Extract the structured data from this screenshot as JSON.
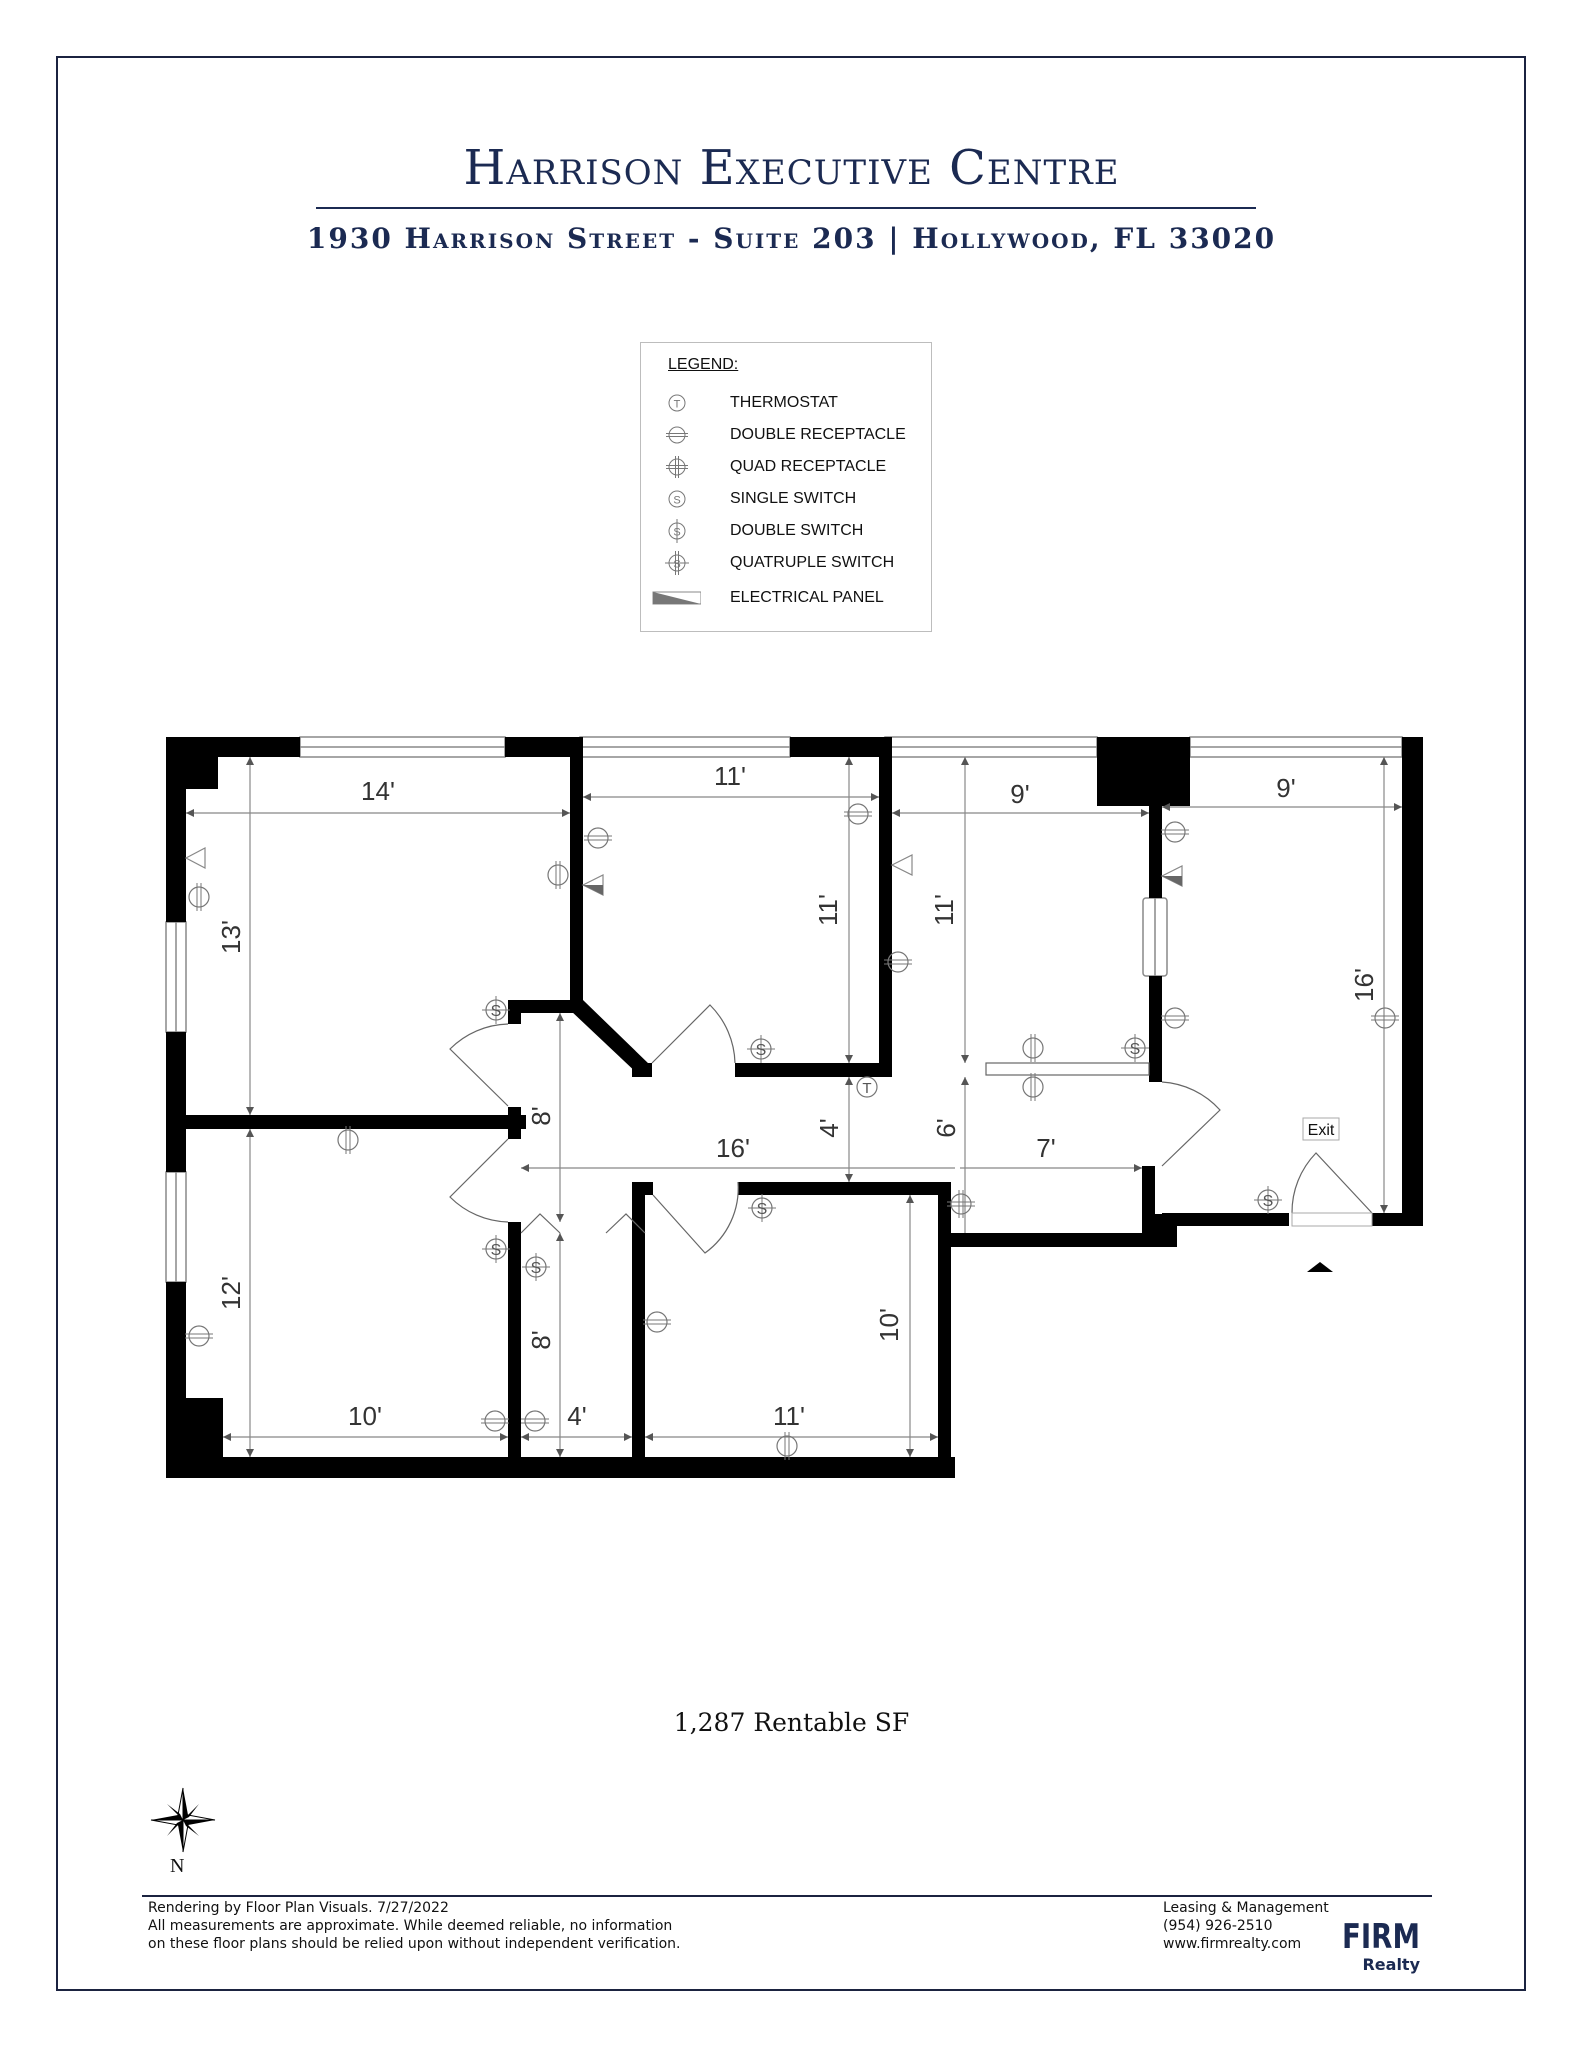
{
  "header": {
    "title": "Harrison Executive Centre",
    "address": "1930 Harrison Street - Suite 203 | Hollywood, FL 33020"
  },
  "legend": {
    "title": "LEGEND:",
    "items": [
      {
        "icon": "thermostat-icon",
        "label": "THERMOSTAT"
      },
      {
        "icon": "double-receptacle-icon",
        "label": "DOUBLE RECEPTACLE"
      },
      {
        "icon": "quad-receptacle-icon",
        "label": "QUAD RECEPTACLE"
      },
      {
        "icon": "single-switch-icon",
        "label": "SINGLE SWITCH"
      },
      {
        "icon": "double-switch-icon",
        "label": "DOUBLE SWITCH"
      },
      {
        "icon": "quatruple-switch-icon",
        "label": "QUATRUPLE SWITCH"
      },
      {
        "icon": "electrical-panel-icon",
        "label": "ELECTRICAL PANEL"
      }
    ]
  },
  "floor_plan": {
    "dimensions": {
      "office_nw_width": "14'",
      "office_nw_depth": "13'",
      "office_n_center_width": "11'",
      "office_n_center_depth": "11'",
      "reception_width": "9'",
      "reception_depth": "11'",
      "office_ne_width": "9'",
      "office_ne_depth": "16'",
      "corridor_length": "16'",
      "corridor_width_upper": "8'",
      "corridor_gap": "4'",
      "corridor_gap_east": "6'",
      "corridor_east_length": "7'",
      "office_sw_depth": "12'",
      "office_sw_width": "10'",
      "closet_depth": "8'",
      "closet_width": "4'",
      "office_s_width": "11'",
      "office_s_depth": "10'"
    },
    "exit_label": "Exit",
    "thermostat_glyph": "T",
    "switch_glyph": "S"
  },
  "area": {
    "text": "1,287 Rentable SF"
  },
  "compass": {
    "label": "N"
  },
  "footer": {
    "left_lines": [
      "Rendering by Floor Plan Visuals. 7/27/2022",
      "All measurements are approximate. While deemed reliable, no information",
      "on these floor plans should be relied upon without independent verification."
    ],
    "right_lines": [
      "Leasing & Management",
      "(954) 926-2510",
      "www.firmrealty.com"
    ],
    "logo": {
      "word": "FIRM",
      "sub": "Realty"
    }
  },
  "colors": {
    "navy": "#1b2a52",
    "wall": "#000000",
    "symbol": "#666666"
  }
}
